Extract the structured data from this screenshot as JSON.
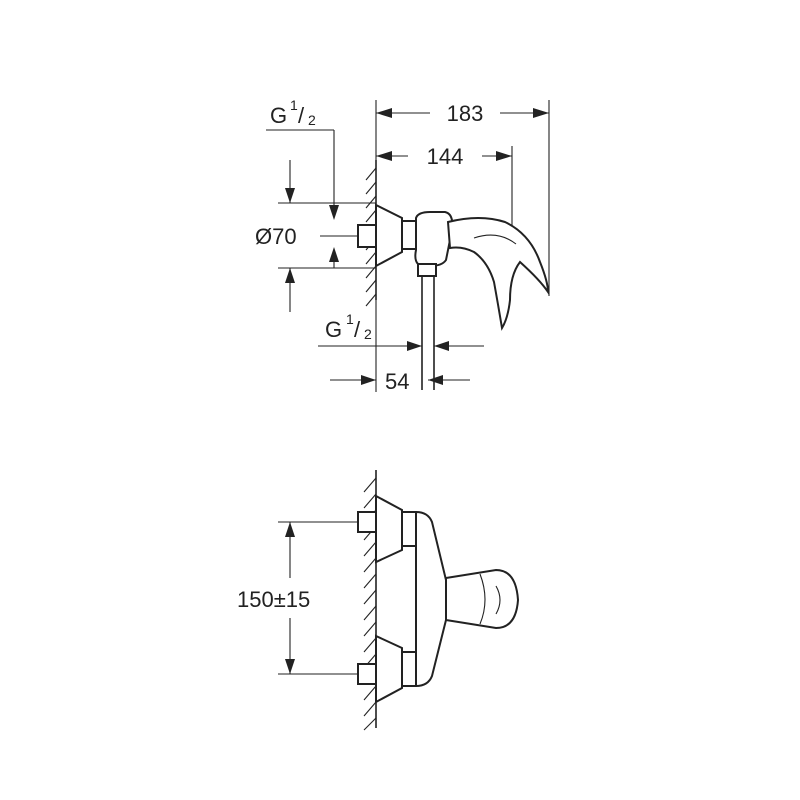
{
  "dimensions": {
    "overall_length": "183",
    "body_length": "144",
    "outlet_thread": {
      "letter": "G",
      "numerator": "1",
      "denominator": "2"
    },
    "inlet_thread": {
      "letter": "G",
      "numerator": "1",
      "denominator": "2"
    },
    "escutcheon_diameter": "Ø70",
    "outlet_offset": "54",
    "centre_distance": "150±15"
  }
}
